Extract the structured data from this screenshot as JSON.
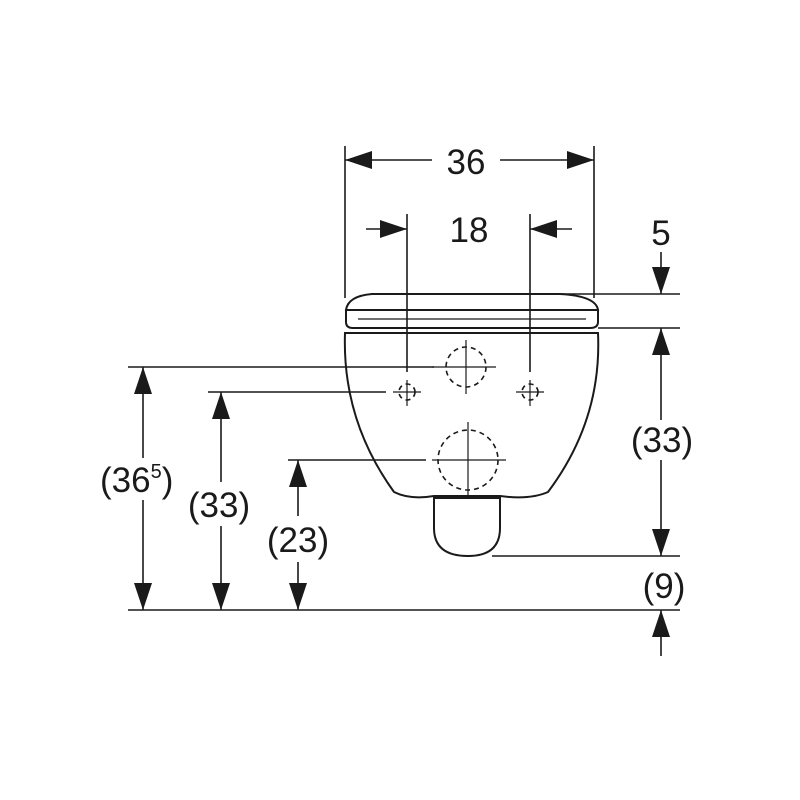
{
  "dimensions": {
    "width_total": "36",
    "fixing_spacing": "18",
    "seat_thickness": "5",
    "bowl_height_right": "(33)",
    "outlet_height": "(9)",
    "left_overall_base": "(36",
    "left_overall_sup": "5",
    "left_overall_close": ")",
    "left_fixing_height": "(33)",
    "left_drain_height": "(23)"
  }
}
